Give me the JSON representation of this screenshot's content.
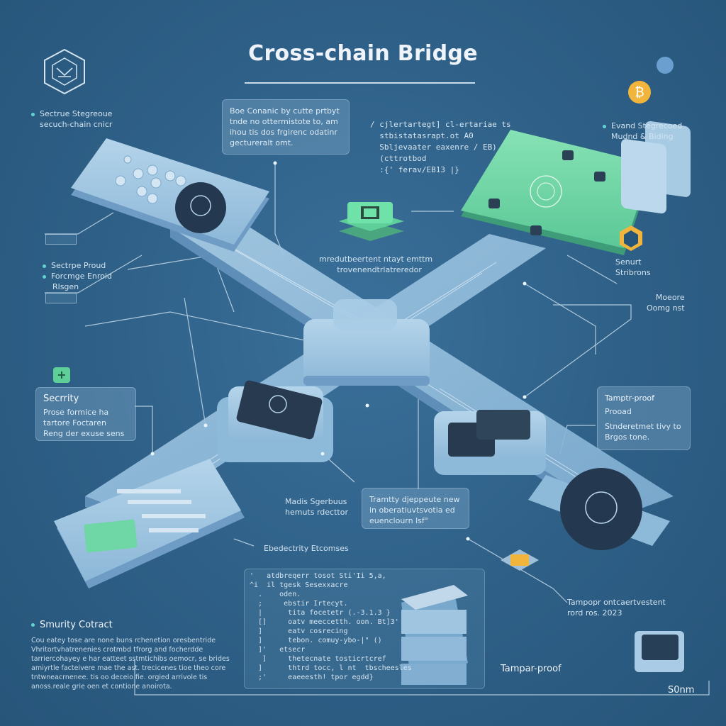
{
  "title": "Cross-chain Bridge",
  "labels": {
    "top_left_1": "Sectrue Stegreoue",
    "top_left_2": "secuch-chain cnicr",
    "top_right_1": "Evand Stegrecoed",
    "top_right_2": "Mudnd & Biding",
    "left_mid_1": "Sectrpe Proud",
    "left_mid_2": "Forcmge Enroid",
    "left_mid_3": "Rlsgen",
    "center_1": "mredutbeertent ntayt emttm",
    "center_2": "trovenendtrlatreredor",
    "right_mid_1": "Senurt",
    "right_mid_2": "Stribrons",
    "right_mid_3": "Moeore",
    "right_mid_4": "Oomg nst",
    "madis_1": "Madis Sgerbuus",
    "madis_2": "hemuts rdecttor",
    "electricity": "Ebedectrity Etcomses",
    "tamper_bottom_1": "Tampopr ontcaertvestent",
    "tamper_bottom_2": "rord ros. 2023",
    "tamper_proof": "Tampar-proof",
    "scale": "S0nm"
  },
  "boxes": {
    "top_center": "Boe Conanic by cutte prtbyt tnde no ottermistote to, am ihou tis dos frgirenc odatinr gectureralt omt.",
    "security_head": "Secrrity",
    "security_body": "Prose formice ha tartore Foctaren Reng der exuse sens",
    "tamper_head": "Tamptr-proof",
    "tamper_sub": "Prooad",
    "tamper_body": "Stnderetmet tivy to Brgos tone.",
    "trinity": "Tramtty djeppeute new in oberatiuvtsvotia ed euenclourn lsf°",
    "contract_head": "Smurity Cotract",
    "contract_body": "Cou eatey tose are none buns rchenetion oresbentride Vhritortvhatrenenies crotmbd tfrorg and focherdde tarriercohayey e har eatteet sstmtichibs oemocr, se brides amiyrtle facteivere mae the ast. trecicenes tioe theo core tntwneacrnenee. tis oo deceio fie. orgied arrivole tis anoss.reale grie oen et contione anoirota."
  },
  "code_top": [
    "/ cjlertartegt] cl-ertariae ts",
    "  stbistatasrapt.ot A0",
    "  Sbljevaater eaxenre / EB)",
    "  (cttrotbod",
    "  :{' ferav/EB13 |}"
  ],
  "code_bottom": [
    "'   atdbreqerr tosot Sti'Ii 5,a,",
    "^i  il tgesk Sesexxacre",
    "  .    oden.",
    "  ;     ebstir Irtecyt.",
    "  |      tita focetetr (.-3.1.3 }",
    "  []     oatv meeccetth. oon. Bt]3'",
    "  ]      eatv cosrecing",
    "  ]      tebon. comuy-ybo-|\" ()",
    "  ]'   etsecr",
    "   ]     thetecnate tosticrtcref",
    "  ]      thtrd tocc, l nt  tbscheesles",
    "  ;'     eaeeesth! tpor egdd}"
  ],
  "icons": {
    "logo": "hexagon-bridge-icon",
    "coin": "bitcoin-icon",
    "shield": "shield-plus-icon",
    "chip": "chip-icon",
    "medal": "hexagon-medal-icon",
    "server": "server-stack-icon",
    "gold_chip": "gold-chip-icon"
  },
  "colors": {
    "background": "#2e5f86",
    "platform": "#9cc4e0",
    "platform_dark": "#5e8fb8",
    "green": "#6fd6a6",
    "accent_dot": "#62d3d0",
    "coin": "#f2b53c"
  }
}
